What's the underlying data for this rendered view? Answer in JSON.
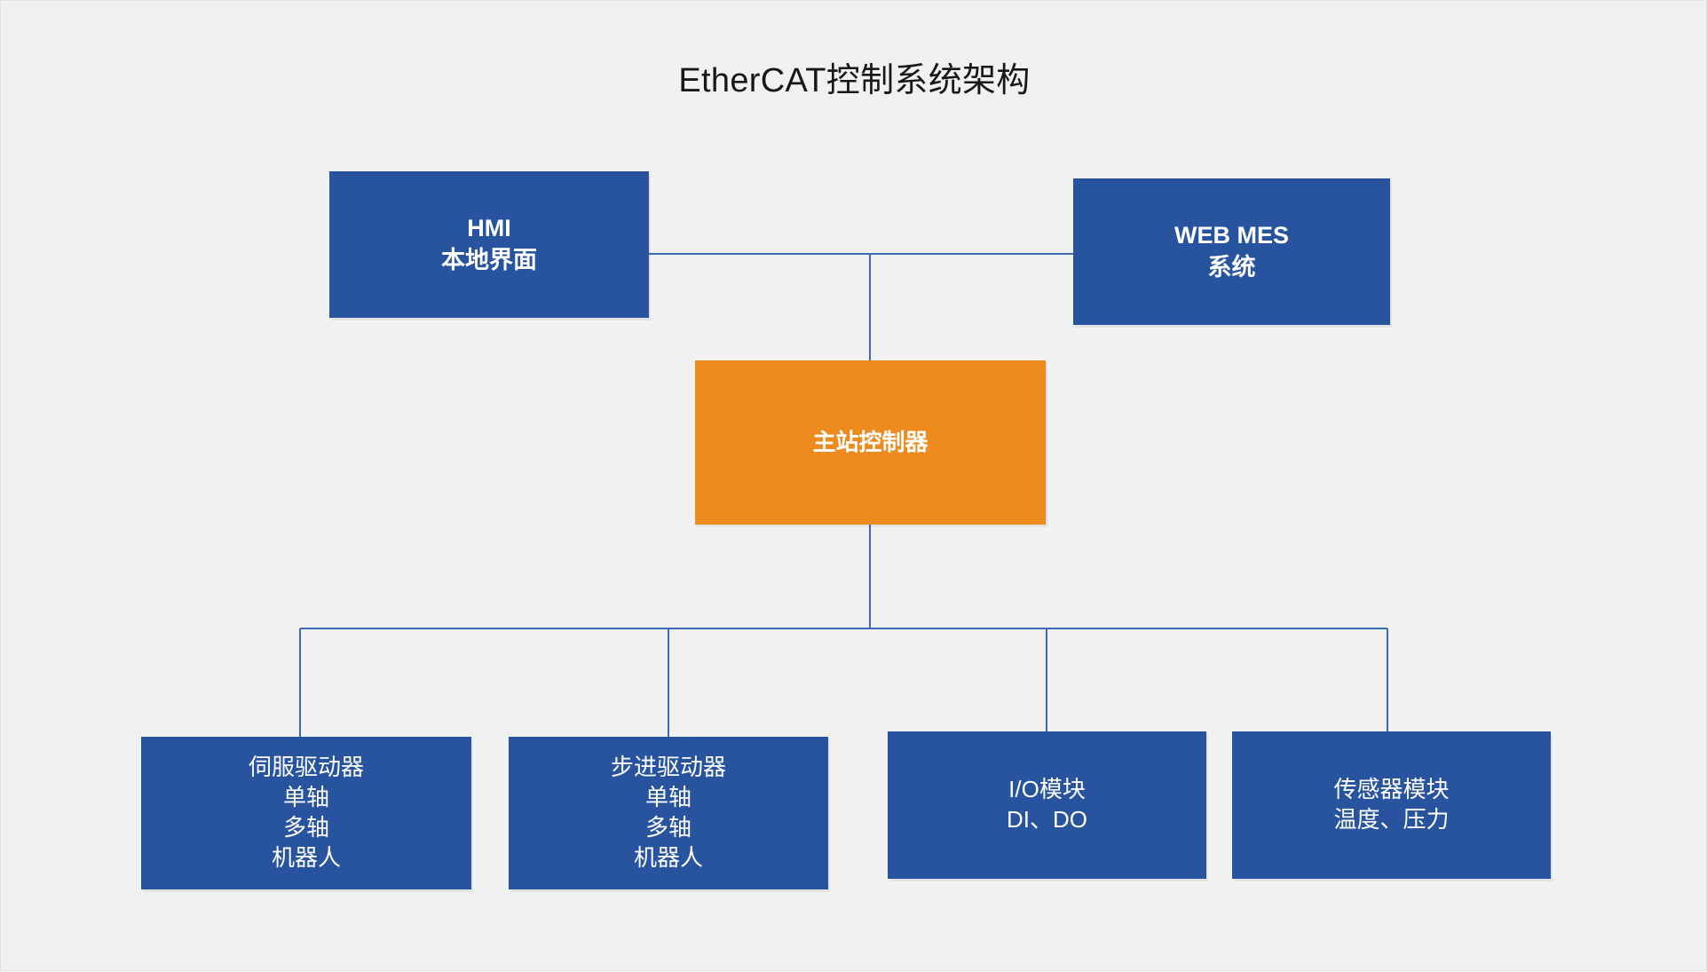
{
  "diagram": {
    "title": "EtherCAT控制系统架构",
    "background_color": "#f1f1f1",
    "accent_blue": "#27539F",
    "accent_orange": "#ED8B1F",
    "edge_color": "#3C6CB4",
    "title_color": "#181818"
  },
  "nodes": {
    "hmi": {
      "name": "HMI",
      "line1": "HMI",
      "line2": "本地界面",
      "color": "#27539F"
    },
    "mes": {
      "name": "WEB MES",
      "line1": "WEB MES",
      "line2": "系统",
      "color": "#27539F"
    },
    "master": {
      "name": "主站控制器",
      "line1": "主站控制器",
      "color": "#ED8B1F"
    },
    "servo": {
      "name": "伺服驱动器",
      "line1": "伺服驱动器",
      "line2": "单轴",
      "line3": "多轴",
      "line4": "机器人",
      "color": "#27539F"
    },
    "stepper": {
      "name": "步进驱动器",
      "line1": "步进驱动器",
      "line2": "单轴",
      "line3": "多轴",
      "line4": "机器人",
      "color": "#27539F"
    },
    "io": {
      "name": "I/O模块",
      "line1": "I/O模块",
      "line2": "DI、DO",
      "color": "#27539F"
    },
    "sensor": {
      "name": "传感器模块",
      "line1": "传感器模块",
      "line2": "温度、压力",
      "color": "#27539F"
    }
  },
  "edges": [
    {
      "from": "hmi",
      "to": "master",
      "label": ""
    },
    {
      "from": "mes",
      "to": "master",
      "label": ""
    },
    {
      "from": "master",
      "to": "servo",
      "label": ""
    },
    {
      "from": "master",
      "to": "stepper",
      "label": ""
    },
    {
      "from": "master",
      "to": "io",
      "label": ""
    },
    {
      "from": "master",
      "to": "sensor",
      "label": ""
    }
  ]
}
